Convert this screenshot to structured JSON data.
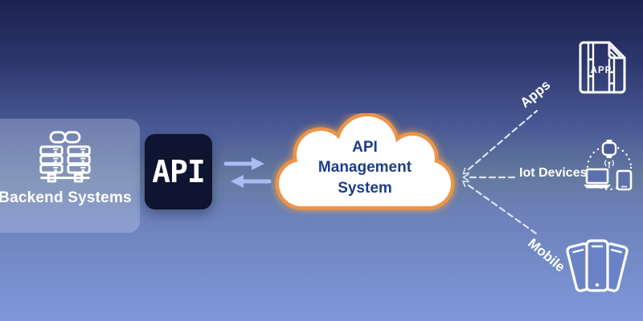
{
  "background": {
    "gradient_top": "#1c2150",
    "gradient_bottom": "#7f97da"
  },
  "backend_panel": {
    "label": "Backend Systems",
    "icon": "linked-servers-icon"
  },
  "api_box": {
    "label": "API",
    "bg_color": "#0f1430"
  },
  "exchange": {
    "icon": "bidirectional-arrows-icon",
    "color": "#a9bdf2"
  },
  "cloud": {
    "label": "API Management System",
    "lines": [
      "API",
      "Management",
      "System"
    ],
    "border_color": "#ec9446",
    "text_color": "#1d3c8c",
    "fill": "#ffffff"
  },
  "consumers": [
    {
      "label": "Apps",
      "icon": "app-file-icon"
    },
    {
      "label": "Iot Devices",
      "icon": "iot-devices-icon"
    },
    {
      "label": "Mobile",
      "icon": "mobile-phones-icon"
    }
  ],
  "app_file_icon": {
    "text": "APP"
  },
  "colors": {
    "dashed_line": "#dbe5f9",
    "icon_stroke": "#ffffff"
  }
}
